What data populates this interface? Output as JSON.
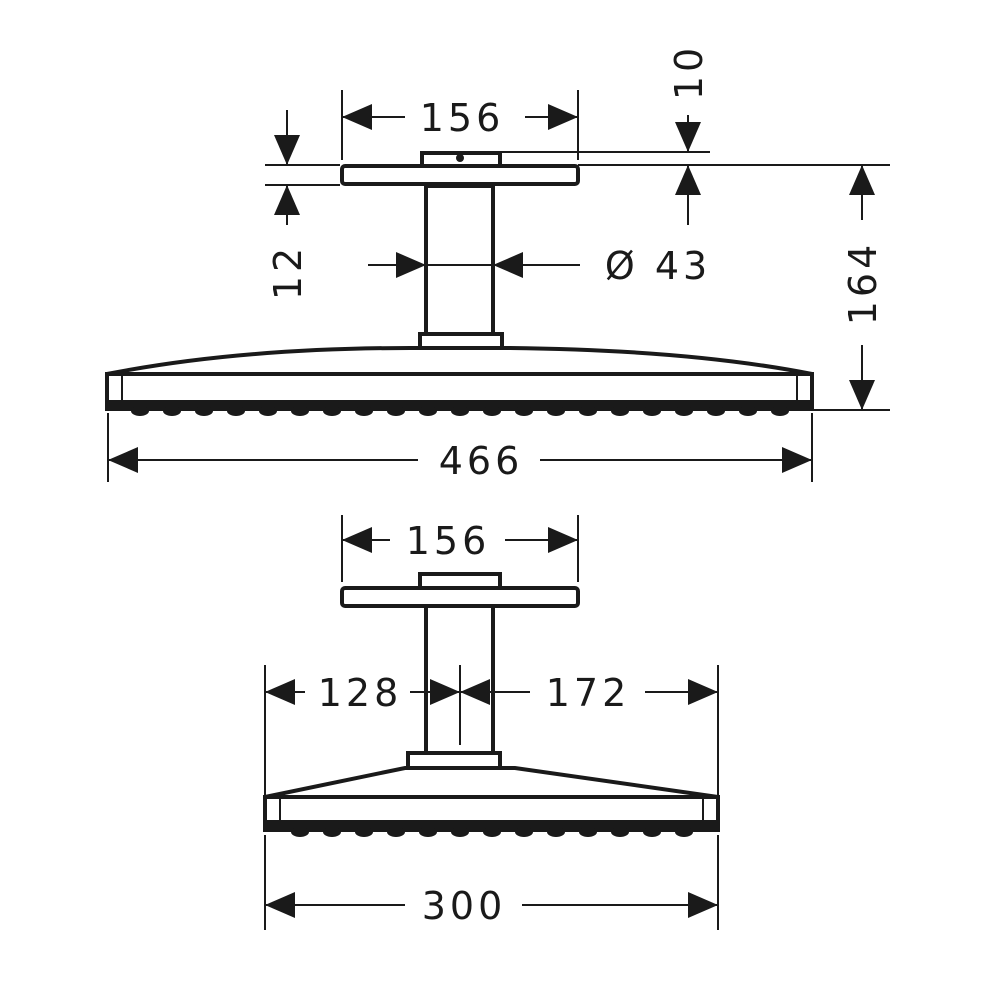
{
  "top_view": {
    "plate_width": "156",
    "plate_thickness": "10",
    "cap_height": "12",
    "arm_diameter": "Ø 43",
    "total_height": "164",
    "head_width": "466"
  },
  "bottom_view": {
    "plate_width": "156",
    "offset_left": "128",
    "offset_right": "172",
    "head_depth": "300"
  },
  "colors": {
    "line": "#1a1a1a",
    "background": "#ffffff"
  }
}
